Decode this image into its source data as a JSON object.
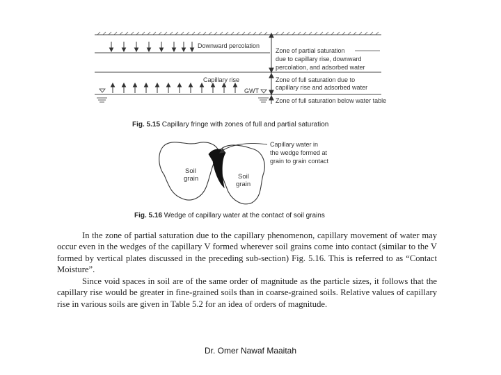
{
  "fig515": {
    "downward": "Downward percolation",
    "capillary_rise": "Capillary rise",
    "gwt": "GWT",
    "zone1": [
      "Zone of partial saturation",
      "due to capillary rise, downward",
      "percolation, and adsorbed water"
    ],
    "zone2": [
      "Zone of full saturation due to",
      "capillary rise and adsorbed water"
    ],
    "zone3": "Zone of full saturation below water table",
    "caption_num": "Fig. 5.15",
    "caption_text": "Capillary fringe with zones of full and partial saturation"
  },
  "fig516": {
    "soil_grain_left": [
      "Soil",
      "grain"
    ],
    "soil_grain_right": [
      "Soil",
      "grain"
    ],
    "annotation": [
      "Capillary water in",
      "the wedge formed at",
      "grain to grain contact"
    ],
    "caption_num": "Fig. 5.16",
    "caption_text": "Wedge of capillary water at the contact of soil grains"
  },
  "text": {
    "para1": "In the zone of partial saturation due to the capillary phenomenon, capillary movement of water may occur even in the wedges of the capillary V formed wherever soil grains come into contact (similar to the V formed by vertical plates discussed in the preceding sub-section) Fig. 5.16. This is referred to as “Contact Moisture”.",
    "para2": "Since void spaces in soil are of the same order of magnitude as the particle sizes, it follows that the capillary rise would be greater in fine-grained soils than in coarse-grained soils. Relative values of capillary rise in various soils are given in Table 5.2 for an idea of orders of magnitude."
  },
  "footer": "Dr. Omer Nawaf Maaitah"
}
